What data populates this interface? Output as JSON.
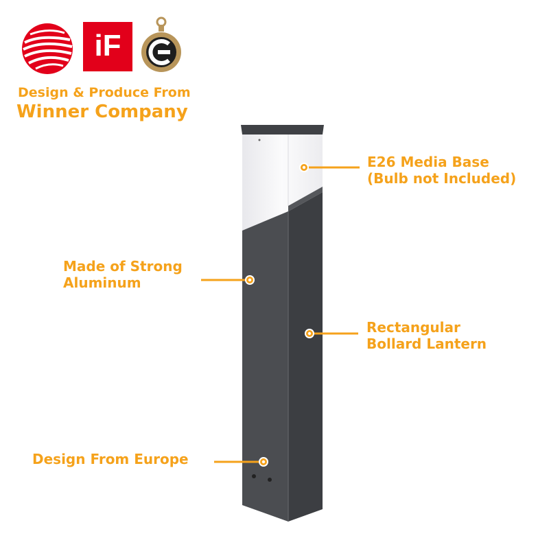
{
  "awards": {
    "if_badge_text": "iF",
    "reddot_icon": "red-dot-award-icon",
    "medal_icon": "german-design-award-medal-icon"
  },
  "headline": {
    "line1": "Design & Produce From",
    "line2": "Winner Company"
  },
  "callouts": {
    "e26": {
      "line1": "E26 Media Base",
      "line2": "(Bulb not Included)"
    },
    "aluminum": {
      "line1": "Made of Strong",
      "line2": "Aluminum"
    },
    "lantern": {
      "line1": "Rectangular",
      "line2": "Bollard Lantern"
    },
    "europe": {
      "line1": "Design From Europe"
    }
  },
  "colors": {
    "accent": "#f5a21b",
    "housing": "#4b4d51",
    "diffuser": "#f2f2f4",
    "award_red": "#e2001a",
    "medal_gold": "#b8955a"
  }
}
